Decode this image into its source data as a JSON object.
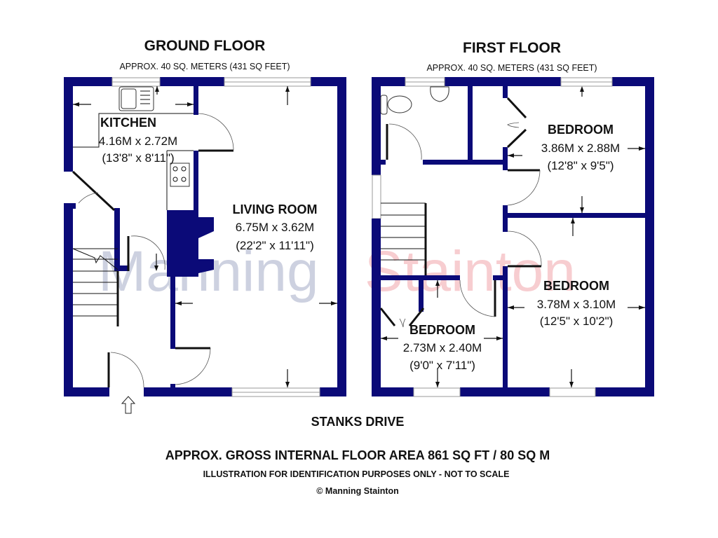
{
  "ground_floor": {
    "title": "GROUND FLOOR",
    "area": "APPROX. 40 SQ. METERS (431 SQ FEET)",
    "rooms": [
      {
        "name": "KITCHEN",
        "metric": "4.16M x 2.72M",
        "imperial": "(13'8\" x 8'11\")"
      },
      {
        "name": "LIVING ROOM",
        "metric": "6.75M x 3.62M",
        "imperial": "(22'2\" x 11'11\")"
      }
    ]
  },
  "first_floor": {
    "title": "FIRST FLOOR",
    "area": "APPROX. 40 SQ. METERS (431 SQ FEET)",
    "rooms": [
      {
        "name": "BEDROOM",
        "metric": "3.86M x 2.88M",
        "imperial": "(12'8\" x 9'5\")"
      },
      {
        "name": "BEDROOM",
        "metric": "3.78M x 3.10M",
        "imperial": "(12'5\" x 10'2\")"
      },
      {
        "name": "BEDROOM",
        "metric": "2.73M x 2.40M",
        "imperial": "(9'0\" x 7'11\")"
      }
    ]
  },
  "street": "STANKS DRIVE",
  "footer": {
    "gross_area": "APPROX. GROSS INTERNAL FLOOR AREA 861 SQ FT / 80 SQ M",
    "disclaimer": "ILLUSTRATION FOR IDENTIFICATION PURPOSES ONLY - NOT TO SCALE",
    "copyright": "© Manning Stainton"
  },
  "watermark": {
    "part1": "Manning",
    "part2": "Stainton"
  },
  "colors": {
    "wall": "#0b0a78",
    "watermark_grey": "#b9bed4",
    "watermark_pink": "#f4b8bd"
  },
  "icons": {
    "entrance": "up-arrow-outline-icon"
  }
}
